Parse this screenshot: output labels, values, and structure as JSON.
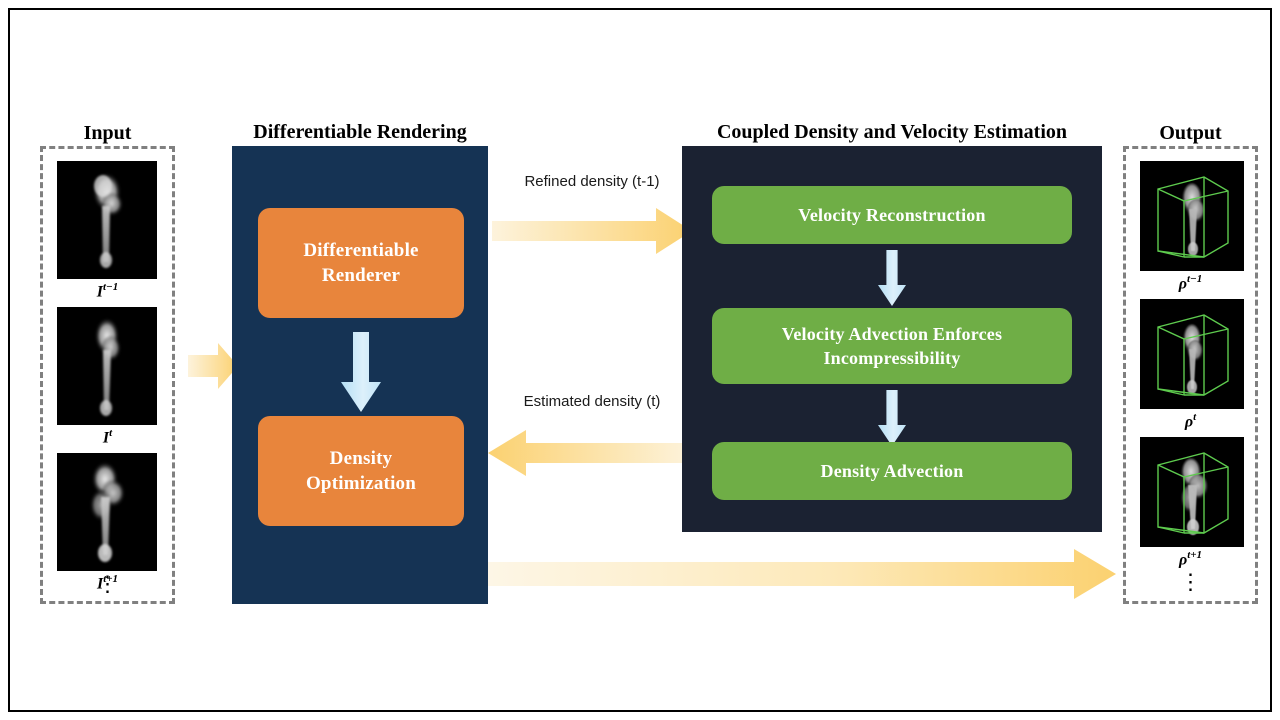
{
  "figure": {
    "type": "pipeline-diagram",
    "colors": {
      "panel_left_bg": "#153354",
      "panel_right_bg": "#1b2232",
      "node_orange": "#e8853c",
      "node_green": "#6fae46",
      "arrow_blue_light": "#d8eefa",
      "arrow_blue_dark": "#b4dff5",
      "arrow_yellow": "#fbd170",
      "arrow_yellow_pale": "#fdf3dc",
      "dashed_border": "#808080",
      "frame_border": "#000000",
      "wireframe_green": "#5ecb4e",
      "background": "#ffffff"
    }
  },
  "input": {
    "title": "Input",
    "frames": [
      {
        "caption": "I",
        "superscript": "t−1"
      },
      {
        "caption": "I",
        "superscript": "t"
      },
      {
        "caption": "I",
        "superscript": "t+1"
      }
    ],
    "ellipsis": "⋮"
  },
  "output": {
    "title": "Output",
    "frames": [
      {
        "caption": "ρ",
        "superscript": "t−1"
      },
      {
        "caption": "ρ",
        "superscript": "t"
      },
      {
        "caption": "ρ",
        "superscript": "t+1"
      }
    ],
    "ellipsis": "⋮"
  },
  "stage_rendering": {
    "title": "Differentiable Rendering",
    "nodes": [
      {
        "label": "Differentiable\nRenderer",
        "line1": "Differentiable",
        "line2": "Renderer"
      },
      {
        "label": "Density\nOptimization",
        "line1": "Density",
        "line2": "Optimization"
      }
    ]
  },
  "stage_estimation": {
    "title": "Coupled Density and Velocity Estimation",
    "nodes": [
      {
        "line1": "Velocity Reconstruction",
        "line2": ""
      },
      {
        "line1": "Velocity Advection Enforces",
        "line2": "Incompressibility"
      },
      {
        "line1": "Density Advection",
        "line2": ""
      }
    ]
  },
  "flows": {
    "input_to_rendering": {
      "label": "",
      "direction": "right"
    },
    "refined_density": {
      "label": "Refined density (t-1)",
      "direction": "right"
    },
    "estimated_density": {
      "label": "Estimated density (t)",
      "direction": "left"
    },
    "rendering_to_output": {
      "label": "",
      "direction": "right"
    }
  }
}
